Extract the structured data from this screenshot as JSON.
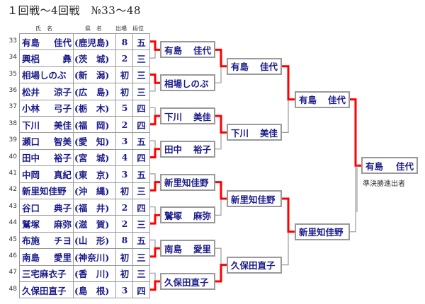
{
  "title": "１回戦～4回戦　№33～48",
  "headers": {
    "name": "氏　名",
    "pref": "県　名",
    "appearances": "出場",
    "rank": "段位"
  },
  "players": [
    {
      "no": "33",
      "name": [
        "有島",
        "佳代"
      ],
      "pref": "(鹿児島)",
      "apps": "8",
      "rank": "五"
    },
    {
      "no": "34",
      "name": [
        "興梠",
        "彝"
      ],
      "pref": "(茨　城)",
      "apps": "2",
      "rank": "三"
    },
    {
      "no": "35",
      "name": [
        "相場しのぶ",
        ""
      ],
      "pref": "(新　潟)",
      "apps": "初",
      "rank": "三"
    },
    {
      "no": "36",
      "name": [
        "松井",
        "涼子"
      ],
      "pref": "(広　島)",
      "apps": "初",
      "rank": "三"
    },
    {
      "no": "37",
      "name": [
        "小林",
        "弓子"
      ],
      "pref": "(栃　木)",
      "apps": "5",
      "rank": "四"
    },
    {
      "no": "38",
      "name": [
        "下川",
        "美佳"
      ],
      "pref": "(福　岡)",
      "apps": "2",
      "rank": "四"
    },
    {
      "no": "39",
      "name": [
        "瀬口",
        "智美"
      ],
      "pref": "(愛　知)",
      "apps": "3",
      "rank": "五"
    },
    {
      "no": "40",
      "name": [
        "田中",
        "裕子"
      ],
      "pref": "(宮　城)",
      "apps": "4",
      "rank": "四"
    },
    {
      "no": "41",
      "name": [
        "中岡",
        "真紀"
      ],
      "pref": "(東　京)",
      "apps": "3",
      "rank": "五"
    },
    {
      "no": "42",
      "name": [
        "新里知佳野",
        ""
      ],
      "pref": "(沖　縄)",
      "apps": "初",
      "rank": "三"
    },
    {
      "no": "43",
      "name": [
        "谷口",
        "典子"
      ],
      "pref": "(福　井)",
      "apps": "2",
      "rank": "四"
    },
    {
      "no": "44",
      "name": [
        "鷲塚",
        "麻弥"
      ],
      "pref": "(滋　賀)",
      "apps": "2",
      "rank": "三"
    },
    {
      "no": "45",
      "name": [
        "布施",
        "チヨ"
      ],
      "pref": "(山　形)",
      "apps": "8",
      "rank": "五"
    },
    {
      "no": "46",
      "name": [
        "南島",
        "愛里"
      ],
      "pref": "(神奈川)",
      "apps": "初",
      "rank": "三"
    },
    {
      "no": "47",
      "name": [
        "三宅麻衣子",
        ""
      ],
      "pref": "(香　川)",
      "apps": "初",
      "rank": "三"
    },
    {
      "no": "48",
      "name": [
        "久保田直子",
        ""
      ],
      "pref": "(島　根)",
      "apps": "3",
      "rank": "四"
    }
  ],
  "rounds": [
    {
      "winners": [
        {
          "name": [
            "有島",
            "佳代"
          ],
          "from": 0
        },
        {
          "name": [
            "相場しのぶ",
            ""
          ],
          "from": 0
        },
        {
          "name": [
            "下川",
            "美佳"
          ],
          "from": 1
        },
        {
          "name": [
            "田中",
            "裕子"
          ],
          "from": 1
        },
        {
          "name": [
            "新里知佳野",
            ""
          ],
          "from": 1
        },
        {
          "name": [
            "鷲塚",
            "麻弥"
          ],
          "from": 1
        },
        {
          "name": [
            "南島",
            "愛里"
          ],
          "from": 1
        },
        {
          "name": [
            "久保田直子",
            ""
          ],
          "from": 1
        }
      ]
    },
    {
      "winners": [
        {
          "name": [
            "有島",
            "佳代"
          ],
          "from": 0
        },
        {
          "name": [
            "下川",
            "美佳"
          ],
          "from": 0
        },
        {
          "name": [
            "新里知佳野",
            ""
          ],
          "from": 0
        },
        {
          "name": [
            "久保田直子",
            ""
          ],
          "from": 1
        }
      ]
    },
    {
      "winners": [
        {
          "name": [
            "有島",
            "佳代"
          ],
          "from": 0
        },
        {
          "name": [
            "新里知佳野",
            ""
          ],
          "from": 0
        }
      ]
    },
    {
      "winners": [
        {
          "name": [
            "有島",
            "佳代"
          ],
          "from": 0
        }
      ]
    }
  ],
  "final_caption": "準決勝進出者",
  "colors": {
    "win_line": "#ff0000",
    "lose_line": "#9a9a9a",
    "name_text": "#1b1b8a"
  }
}
